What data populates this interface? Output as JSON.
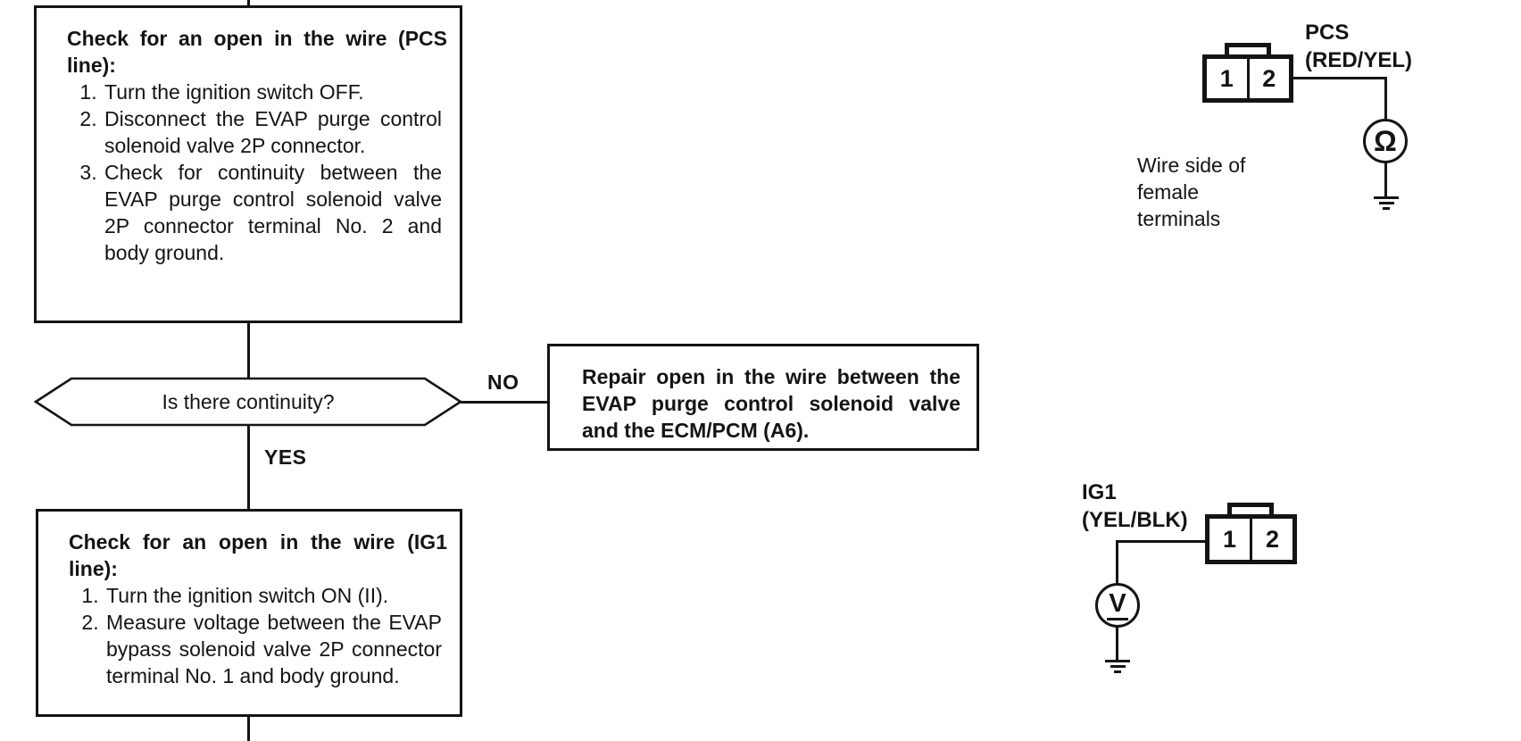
{
  "colors": {
    "ink": "#141414",
    "background": "#ffffff"
  },
  "flowchart": {
    "box_pcs_check": {
      "title": "Check for an open in the wire (PCS line):",
      "steps": [
        "Turn the ignition switch OFF.",
        "Disconnect the EVAP purge control solenoid valve 2P connector.",
        "Check for continuity between the EVAP purge control solenoid valve 2P connector terminal No. 2 and body ground."
      ]
    },
    "decision": {
      "question": "Is there continuity?",
      "no_label": "NO",
      "yes_label": "YES"
    },
    "box_repair": {
      "text": "Repair open in the wire between the EVAP purge control solenoid valve and the ECM/PCM (A6)."
    },
    "box_ig1_check": {
      "title": "Check for an open in the wire (IG1 line):",
      "steps": [
        "Turn the ignition switch ON (II).",
        "Measure voltage between the EVAP bypass solenoid valve 2P connector terminal No. 1 and body ground."
      ]
    }
  },
  "diagrams": {
    "pcs": {
      "label_line1": "PCS",
      "label_line2": "(RED/YEL)",
      "terminal_1": "1",
      "terminal_2": "2",
      "meter_symbol": "Ω",
      "caption_line1": "Wire side of",
      "caption_line2": "female",
      "caption_line3": "terminals"
    },
    "ig1": {
      "label_line1": "IG1",
      "label_line2": "(YEL/BLK)",
      "terminal_1": "1",
      "terminal_2": "2",
      "meter_symbol": "V"
    }
  }
}
